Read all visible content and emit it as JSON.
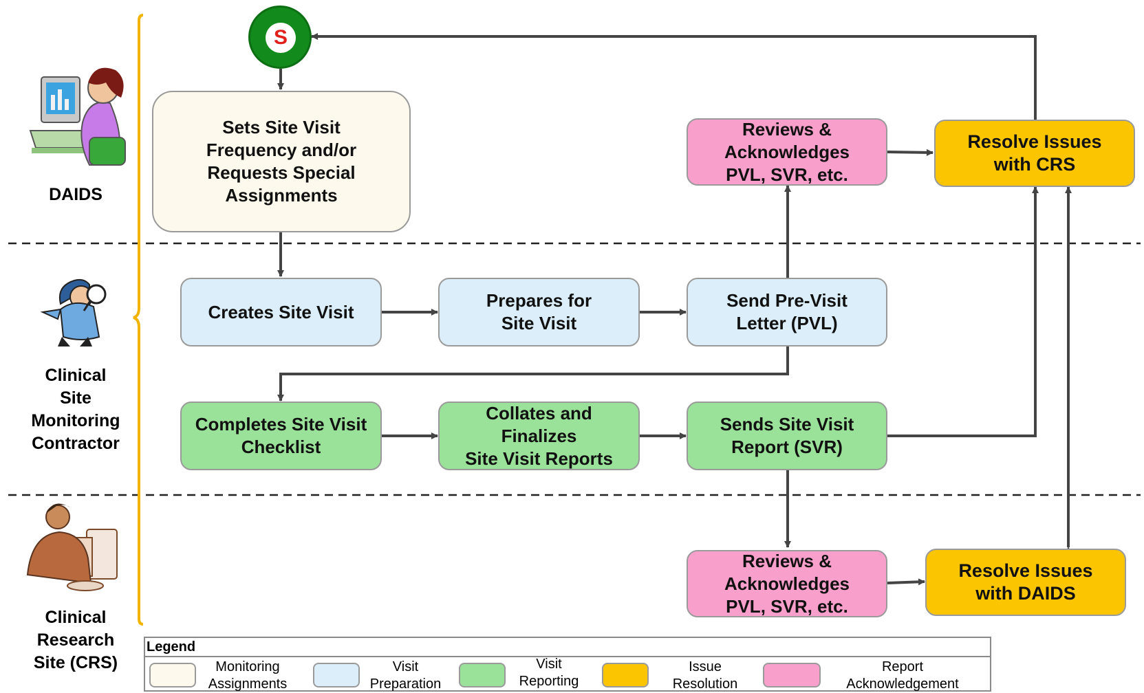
{
  "lanes": [
    {
      "label": "DAIDS",
      "icon": "analyst-at-computer-icon"
    },
    {
      "label": "Clinical\nSite\nMonitoring\nContractor",
      "icon": "inspector-with-magnifier-icon"
    },
    {
      "label": "Clinical\nResearch\nSite (CRS)",
      "icon": "worker-at-computer-icon"
    }
  ],
  "start_node": {
    "label": "S"
  },
  "nodes": {
    "sets_frequency": "Sets Site Visit\nFrequency and/or\nRequests Special\nAssignments",
    "reviews_daids": "Reviews &\nAcknowledges\nPVL, SVR, etc.",
    "resolve_crs": "Resolve Issues\nwith CRS",
    "creates_visit": "Creates Site Visit",
    "prepares": "Prepares for\nSite Visit",
    "send_pvl": "Send Pre-Visit\nLetter (PVL)",
    "completes_checklist": "Completes Site Visit\nChecklist",
    "collates": "Collates and\nFinalizes\nSite Visit Reports",
    "sends_svr": "Sends Site Visit\nReport (SVR)",
    "reviews_crs": "Reviews &\nAcknowledges\nPVL, SVR, etc.",
    "resolve_daids": "Resolve Issues\nwith DAIDS"
  },
  "legend": {
    "title": "Legend",
    "items": [
      {
        "label": "Monitoring\nAssignments",
        "color": "#fdf9ec"
      },
      {
        "label": "Visit\nPreparation",
        "color": "#dbeef9"
      },
      {
        "label": "Visit\nReporting",
        "color": "#9ae19a"
      },
      {
        "label": "Issue\nResolution",
        "color": "#fcc502"
      },
      {
        "label": "Report\nAcknowledgement",
        "color": "#f99fcb"
      }
    ]
  },
  "colors": {
    "bracket": "#f2b400",
    "arrow": "#444444",
    "start": "#138b1c",
    "start_letter": "#e1201a"
  }
}
